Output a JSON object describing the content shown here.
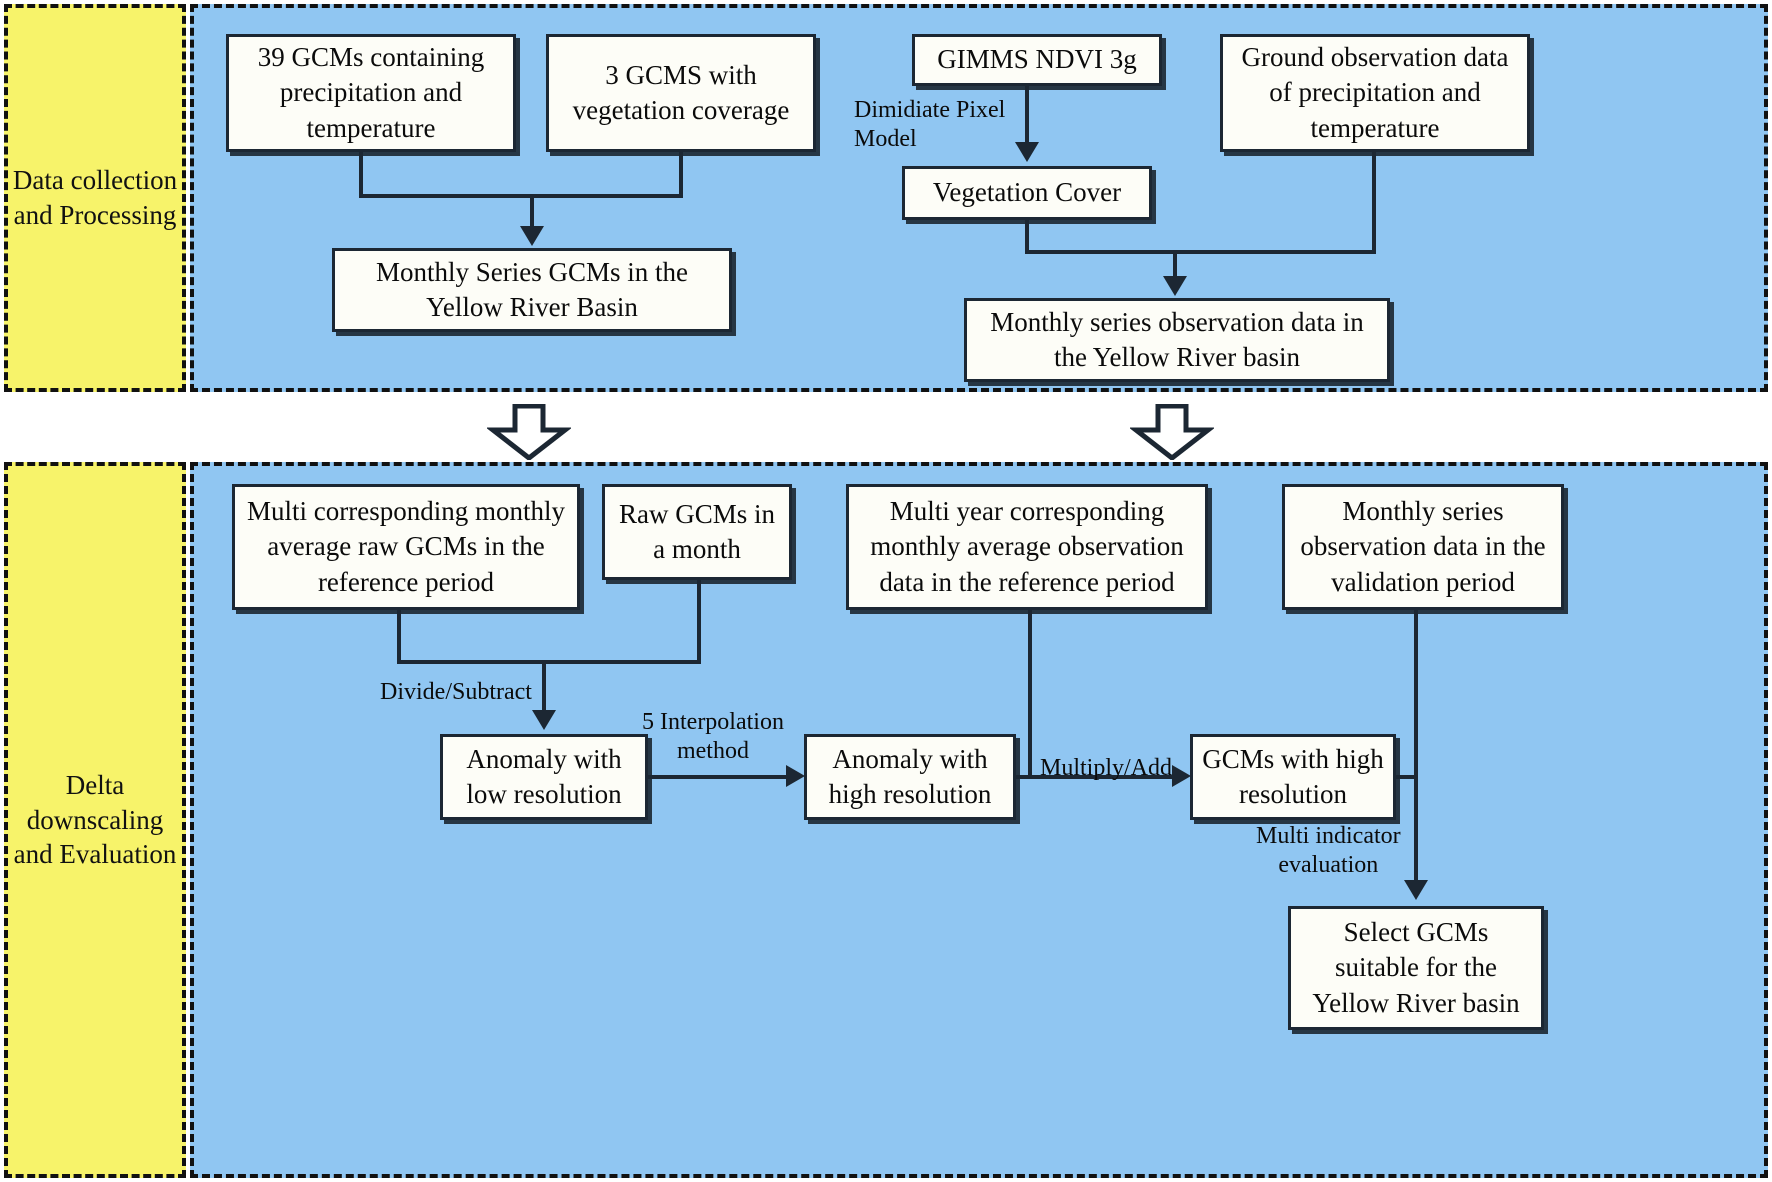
{
  "sections": [
    {
      "id": "data-collection",
      "label": "Data\ncollection\nand\nProcessing",
      "band_color": "#f7f36a",
      "panel_color": "#90c6f2"
    },
    {
      "id": "delta-downscaling",
      "label": "Delta\ndownscaling\nand\nEvaluation",
      "band_color": "#f7f36a",
      "panel_color": "#90c6f2"
    }
  ],
  "top_panel": {
    "nodes": {
      "gcms_39": "39 GCMs containing precipitation and temperature",
      "gcms_3": "3 GCMS with vegetation coverage",
      "monthly_series_gcms": "Monthly Series GCMs in the Yellow River Basin",
      "gimms": "GIMMS NDVI 3g",
      "vegetation_cover": "Vegetation Cover",
      "ground_obs": "Ground observation data of precipitation and temperature",
      "monthly_series_obs": "Monthly series observation data in the Yellow River basin"
    },
    "edge_labels": {
      "dimidiate": "Dimidiate Pixel\nModel"
    }
  },
  "bottom_panel": {
    "nodes": {
      "multi_raw_gcms": "Multi corresponding monthly average raw GCMs in the reference period",
      "raw_gcms_month": "Raw GCMs in a month",
      "multi_year_obs": "Multi year corresponding monthly average observation data in the reference period",
      "monthly_validation": "Monthly series observation data in the validation period",
      "anomaly_low": "Anomaly with low resolution",
      "anomaly_high": "Anomaly with high resolution",
      "gcms_high": "GCMs with high resolution",
      "select_gcms": "Select GCMs suitable for the Yellow River basin"
    },
    "edge_labels": {
      "divide_subtract": "Divide/Subtract",
      "interpolation": "5 Interpolation\nmethod",
      "multiply_add": "Multiply/Add",
      "multi_indicator": "Multi indicator\nevaluation"
    }
  },
  "colors": {
    "panel_blue": "#90c6f2",
    "band_yellow": "#f7f36a",
    "stroke": "#1c2733",
    "node_fill": "#fdfdf7"
  }
}
